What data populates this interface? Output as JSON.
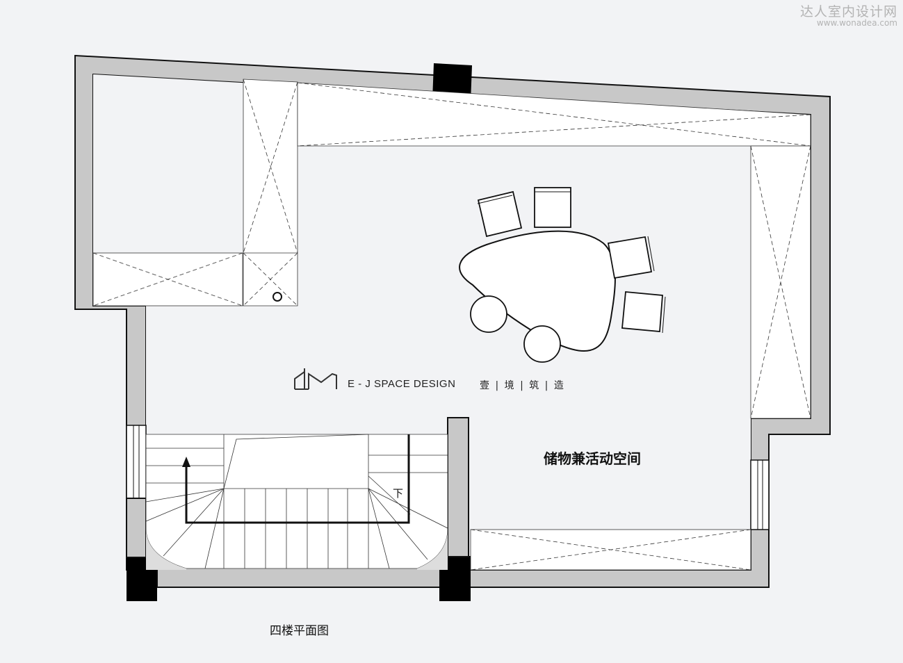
{
  "watermark": {
    "line1": "达人室内设计网",
    "line2": "www.wonadea.com"
  },
  "room_label": "储物兼活动空间",
  "plan_title": "四楼平面图",
  "logo": {
    "brand": "E - J SPACE DESIGN",
    "chinese": "壹 | 境 | 筑 | 造"
  },
  "stair_direction": "下",
  "colors": {
    "wall": "#c8c8c8",
    "column": "#000000",
    "background": "#f2f3f5",
    "floor": "#ffffff"
  }
}
